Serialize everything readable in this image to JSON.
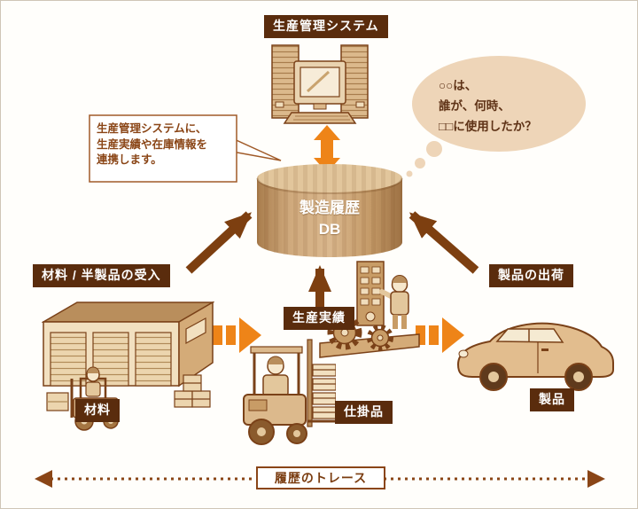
{
  "labels": {
    "system": "生産管理システム",
    "callout": "生産管理システムに、\n生産実績や在庫情報を\n連携します。",
    "thought": "○○は、\n誰が、何時、\n□□に使用したか？",
    "db": "製造履歴\nDB",
    "receive": "材料 / 半製品の受入",
    "production": "生産実績",
    "ship": "製品の出荷",
    "material": "材料",
    "wip": "仕掛品",
    "product": "製品",
    "trace": "履歴のトレース"
  },
  "colors": {
    "badge_bg": "#5a2c0d",
    "badge_text": "#ffffff",
    "accent_orange": "#ee8418",
    "arrow_brown": "#7d3f10",
    "bubble_fill": "#eed5b8",
    "text_brown": "#7a4118",
    "callout_border": "#a05a28",
    "cylinder_light": "#dab88e",
    "cylinder_dark": "#9d7143",
    "trace_line": "#8a4516",
    "canvas_border": "#cfc5b6"
  },
  "icons": {
    "production_system": "server-computer-icon",
    "database": "database-cylinder-icon",
    "receiving": "warehouse-icon",
    "wip_transport": "forklift-icon",
    "production_step": "machine-gears-icon",
    "finished_product": "car-icon",
    "system_sync": "up-down-arrow-icon",
    "process_flow": "flow-arrow-icon",
    "history_trace": "bidirectional-dotted-arrow-icon",
    "question": "thought-bubble-icon"
  }
}
